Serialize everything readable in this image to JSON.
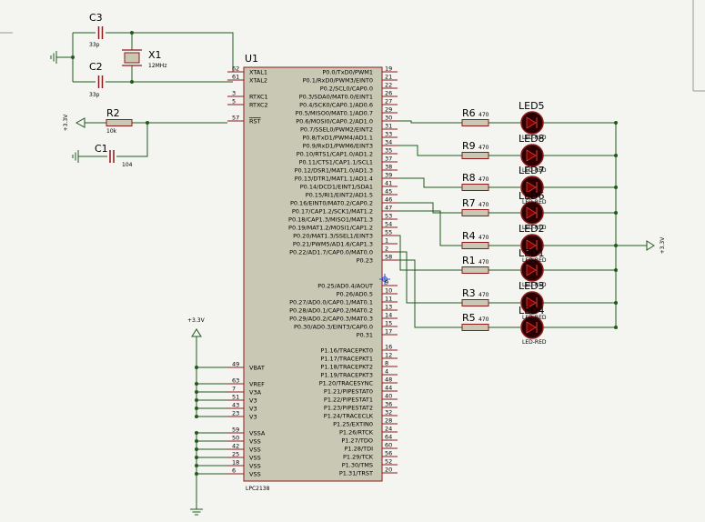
{
  "chip": {
    "ref": "U1",
    "part": "LPC2138",
    "left_pins": [
      {
        "num": "62",
        "name": "XTAL1",
        "overline": false
      },
      {
        "num": "61",
        "name": "XTAL2",
        "overline": false
      },
      {
        "num": "3",
        "name": "RTXC1",
        "overline": false
      },
      {
        "num": "5",
        "name": "RTXC2",
        "overline": false
      },
      {
        "num": "57",
        "name": "RST",
        "overline": true
      },
      {
        "num": "49",
        "name": "VBAT",
        "overline": false
      },
      {
        "num": "63",
        "name": "VREF",
        "overline": false
      },
      {
        "num": "7",
        "name": "V3A",
        "overline": false
      },
      {
        "num": "51",
        "name": "V3",
        "overline": false
      },
      {
        "num": "43",
        "name": "V3",
        "overline": false
      },
      {
        "num": "23",
        "name": "V3",
        "overline": false
      },
      {
        "num": "59",
        "name": "VSSA",
        "overline": false
      },
      {
        "num": "50",
        "name": "VSS",
        "overline": false
      },
      {
        "num": "42",
        "name": "VSS",
        "overline": false
      },
      {
        "num": "25",
        "name": "VSS",
        "overline": false
      },
      {
        "num": "18",
        "name": "VSS",
        "overline": false
      },
      {
        "num": "6",
        "name": "VSS",
        "overline": false
      }
    ],
    "right_pins": [
      {
        "num": "19",
        "name": "P0.0/TxD0/PWM1"
      },
      {
        "num": "21",
        "name": "P0.1/RxD0/PWM3/EINT0"
      },
      {
        "num": "22",
        "name": "P0.2/SCL0/CAP0.0"
      },
      {
        "num": "26",
        "name": "P0.3/SDA0/MAT0.0/EINT1"
      },
      {
        "num": "27",
        "name": "P0.4/SCK0/CAP0.1/AD0.6"
      },
      {
        "num": "29",
        "name": "P0.5/MISO0/MAT0.1/AD0.7"
      },
      {
        "num": "30",
        "name": "P0.6/MOSI0/CAP0.2/AD1.0"
      },
      {
        "num": "31",
        "name": "P0.7/SSEL0/PWM2/EINT2"
      },
      {
        "num": "33",
        "name": "P0.8/TxD1/PWM4/AD1.1"
      },
      {
        "num": "34",
        "name": "P0.9/RxD1/PWM6/EINT3"
      },
      {
        "num": "35",
        "name": "P0.10/RTS1/CAP1.0/AD1.2"
      },
      {
        "num": "37",
        "name": "P0.11/CTS1/CAP1.1/SCL1"
      },
      {
        "num": "38",
        "name": "P0.12/DSR1/MAT1.0/AD1.3"
      },
      {
        "num": "39",
        "name": "P0.13/DTR1/MAT1.1/AD1.4"
      },
      {
        "num": "41",
        "name": "P0.14/DCD1/EINT1/SDA1"
      },
      {
        "num": "45",
        "name": "P0.15/RI1/EINT2/AD1.5"
      },
      {
        "num": "46",
        "name": "P0.16/EINT0/MAT0.2/CAP0.2"
      },
      {
        "num": "47",
        "name": "P0.17/CAP1.2/SCK1/MAT1.2"
      },
      {
        "num": "53",
        "name": "P0.18/CAP1.3/MISO1/MAT1.3"
      },
      {
        "num": "54",
        "name": "P0.19/MAT1.2/MOSI1/CAP1.2"
      },
      {
        "num": "55",
        "name": "P0.20/MAT1.3/SSEL1/EINT3"
      },
      {
        "num": "1",
        "name": "P0.21/PWM5/AD1.6/CAP1.3"
      },
      {
        "num": "2",
        "name": "P0.22/AD1.7/CAP0.0/MAT0.0"
      },
      {
        "num": "58",
        "name": "P0.23"
      },
      {
        "num": "9",
        "name": "P0.25/AD0.4/AOUT"
      },
      {
        "num": "10",
        "name": "P0.26/AD0.5"
      },
      {
        "num": "11",
        "name": "P0.27/AD0.0/CAP0.1/MAT0.1"
      },
      {
        "num": "13",
        "name": "P0.28/AD0.1/CAP0.2/MAT0.2"
      },
      {
        "num": "14",
        "name": "P0.29/AD0.2/CAP0.3/MAT0.3"
      },
      {
        "num": "15",
        "name": "P0.30/AD0.3/EINT3/CAP0.0"
      },
      {
        "num": "17",
        "name": "P0.31"
      },
      {
        "num": "16",
        "name": "P1.16/TRACEPKT0"
      },
      {
        "num": "12",
        "name": "P1.17/TRACEPKT1"
      },
      {
        "num": "8",
        "name": "P1.18/TRACEPKT2"
      },
      {
        "num": "4",
        "name": "P1.19/TRACEPKT3"
      },
      {
        "num": "48",
        "name": "P1.20/TRACESYNC"
      },
      {
        "num": "44",
        "name": "P1.21/PIPESTAT0"
      },
      {
        "num": "40",
        "name": "P1.22/PIPESTAT1"
      },
      {
        "num": "36",
        "name": "P1.23/PIPESTAT2"
      },
      {
        "num": "32",
        "name": "P1.24/TRACECLK"
      },
      {
        "num": "28",
        "name": "P1.25/EXTIN0"
      },
      {
        "num": "24",
        "name": "P1.26/RTCK"
      },
      {
        "num": "64",
        "name": "P1.27/TDO"
      },
      {
        "num": "60",
        "name": "P1.28/TDI"
      },
      {
        "num": "56",
        "name": "P1.29/TCK"
      },
      {
        "num": "52",
        "name": "P1.30/TMS"
      },
      {
        "num": "20",
        "name": "P1.31/TRST"
      }
    ]
  },
  "passives": {
    "c3": {
      "ref": "C3",
      "value": "33p"
    },
    "c2": {
      "ref": "C2",
      "value": "33p"
    },
    "x1": {
      "ref": "X1",
      "value": "12MHz"
    },
    "r2": {
      "ref": "R2",
      "value": "10k"
    },
    "c1": {
      "ref": "C1",
      "value": "104"
    }
  },
  "power": {
    "label": "+3.3V"
  },
  "leds": [
    {
      "resistor": "R6",
      "rvalue": "470",
      "led": "LED5",
      "part": "LED-RED"
    },
    {
      "resistor": "R9",
      "rvalue": "470",
      "led": "LED8",
      "part": "LED-RED"
    },
    {
      "resistor": "R8",
      "rvalue": "470",
      "led": "LED7",
      "part": "LED-RED"
    },
    {
      "resistor": "R7",
      "rvalue": "470",
      "led": "LED6",
      "part": "LED-RED"
    },
    {
      "resistor": "R4",
      "rvalue": "470",
      "led": "LED2",
      "part": "LED-RED"
    },
    {
      "resistor": "R1",
      "rvalue": "470",
      "led": "LED1",
      "part": "LED-RED"
    },
    {
      "resistor": "R3",
      "rvalue": "470",
      "led": "LED3",
      "part": "LED-RED"
    },
    {
      "resistor": "R5",
      "rvalue": "470",
      "led": "LED4",
      "part": "LED-RED"
    }
  ],
  "colors": {
    "wire": "#1f5a1f",
    "body_fill": "#c8c8b4",
    "body_stroke": "#8b1a1a",
    "pin_line": "#8b1a1a",
    "led_fill": "#2a0000",
    "led_stroke": "#8b1a1a",
    "probe": "#2a4fd6"
  }
}
